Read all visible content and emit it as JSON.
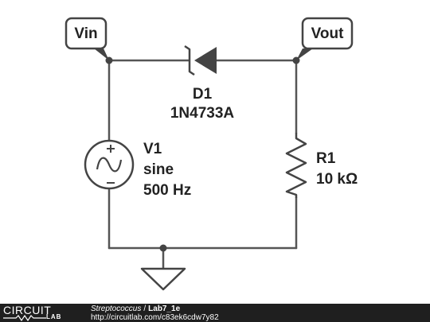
{
  "circuit": {
    "nodes": {
      "input": "Vin",
      "output": "Vout"
    },
    "diode": {
      "ref": "D1",
      "part": "1N4733A"
    },
    "source": {
      "ref": "V1",
      "type": "sine",
      "freq": "500 Hz"
    },
    "resistor": {
      "ref": "R1",
      "value": "10 kΩ"
    }
  },
  "footer": {
    "brand_word1": "CIRCUIT",
    "brand_word2": "LAB",
    "author": "Streptococcus",
    "separator": "/",
    "title": "Lab7_1e",
    "url": "http://circuitlab.com/c83ek6cdw7y82"
  },
  "colors": {
    "wire": "#555555",
    "label_border": "#444444",
    "footer_bg": "#1f1f1f",
    "text": "#222222"
  }
}
